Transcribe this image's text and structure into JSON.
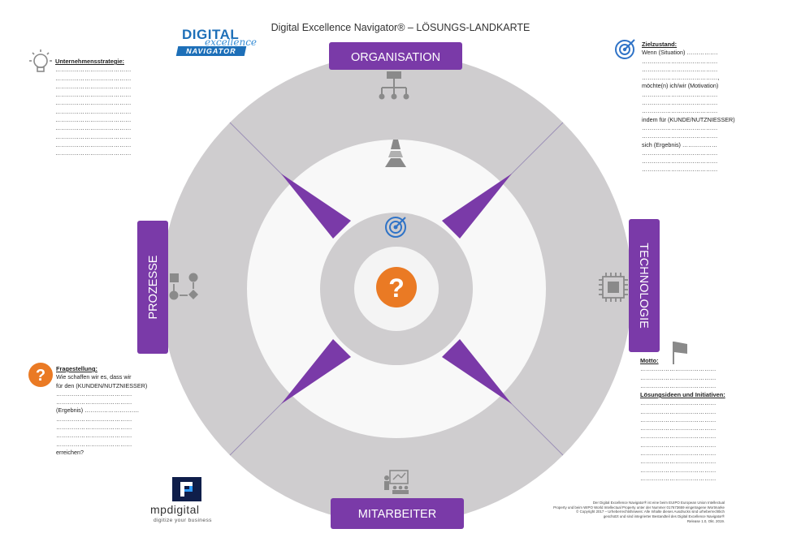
{
  "title": "Digital Excellence Navigator® – LÖSUNGS-LANDKARTE",
  "logo": {
    "line1": "DIGITAL",
    "line2": "excellence",
    "line3": "NAVIGATOR"
  },
  "dimensions": {
    "top": "ORGANISATION",
    "bottom": "MITARBEITER",
    "left": "PROZESSE",
    "right": "TECHNOLOGIE"
  },
  "center_symbol": "?",
  "colors": {
    "purple": "#7a3aa8",
    "ring": "#cfcdcf",
    "orange": "#ea7a24",
    "blue": "#2f73c7",
    "icon_gray": "#888888"
  },
  "icons": [
    "lightbulb-icon",
    "target-icon",
    "question-icon",
    "flag-icon",
    "hierarchy-icon",
    "traffic-cone-icon",
    "process-flow-icon",
    "chip-icon",
    "presenter-icon"
  ],
  "strategy": {
    "heading": "Unternehmensstrategie:",
    "lines": [
      "…………………………………",
      "…………………………………",
      "…………………………………",
      "…………………………………",
      "…………………………………",
      "…………………………………",
      "…………………………………",
      "…………………………………",
      "…………………………………",
      "…………………………………",
      "…………………………………"
    ]
  },
  "question": {
    "heading": "Fragestellung:",
    "lines": [
      "Wie schaffen wir es, dass wir",
      "für den (KUNDEN/NUTZNIESSER)",
      "…………………………………",
      "…………………………………",
      "(Ergebnis) ……………………….",
      "…………………………………",
      "…………………………………",
      "…………………………………",
      "…………………………………",
      "erreichen?"
    ]
  },
  "target_state": {
    "heading": "Zielzustand:",
    "lines": [
      "Wenn (Situation) …………….",
      "…………………………………",
      "…………………………………",
      "…………………………………,",
      "möchte(n) ich/wir (Motivation)",
      "…………………………………",
      "…………………………………",
      "…………………………………",
      "indem für (KUNDE/NUTZNIESSER)",
      "…………………………………",
      "…………………………………",
      "sich (Ergebnis) ………………",
      "…………………………………",
      "…………………………………",
      "…………………………………"
    ]
  },
  "motto": {
    "heading": "Motto:",
    "lines": [
      "…………………………………",
      "…………………………………",
      "…………………………………"
    ]
  },
  "ideas": {
    "heading": "Lösungsideen und Initiativen:",
    "lines": [
      "…………………………………",
      "…………………………………",
      "…………………………………",
      "…………………………………",
      "…………………………………",
      "…………………………………",
      "…………………………………",
      "…………………………………",
      "…………………………………",
      "…………………………………"
    ]
  },
  "company": {
    "name": "mpdigital",
    "tagline": "digitize your business"
  },
  "legal": [
    "Der Digital Excellence Navigator® ist eine beim EUIPO European Union Intellectual",
    "Property und beim WIPO World Intellectual Property unter der Nummer 017673659 eingetragene Wortmarke",
    "© Copyright 2017 – Urheberrechtshinweis: Alle Inhalte dieses Ausdrucks sind urheberrechtlich",
    "geschützt und sind integrierter Bestandteil des Digital Excellence Navigator®",
    "Release 1.0, Okt. 2019."
  ]
}
